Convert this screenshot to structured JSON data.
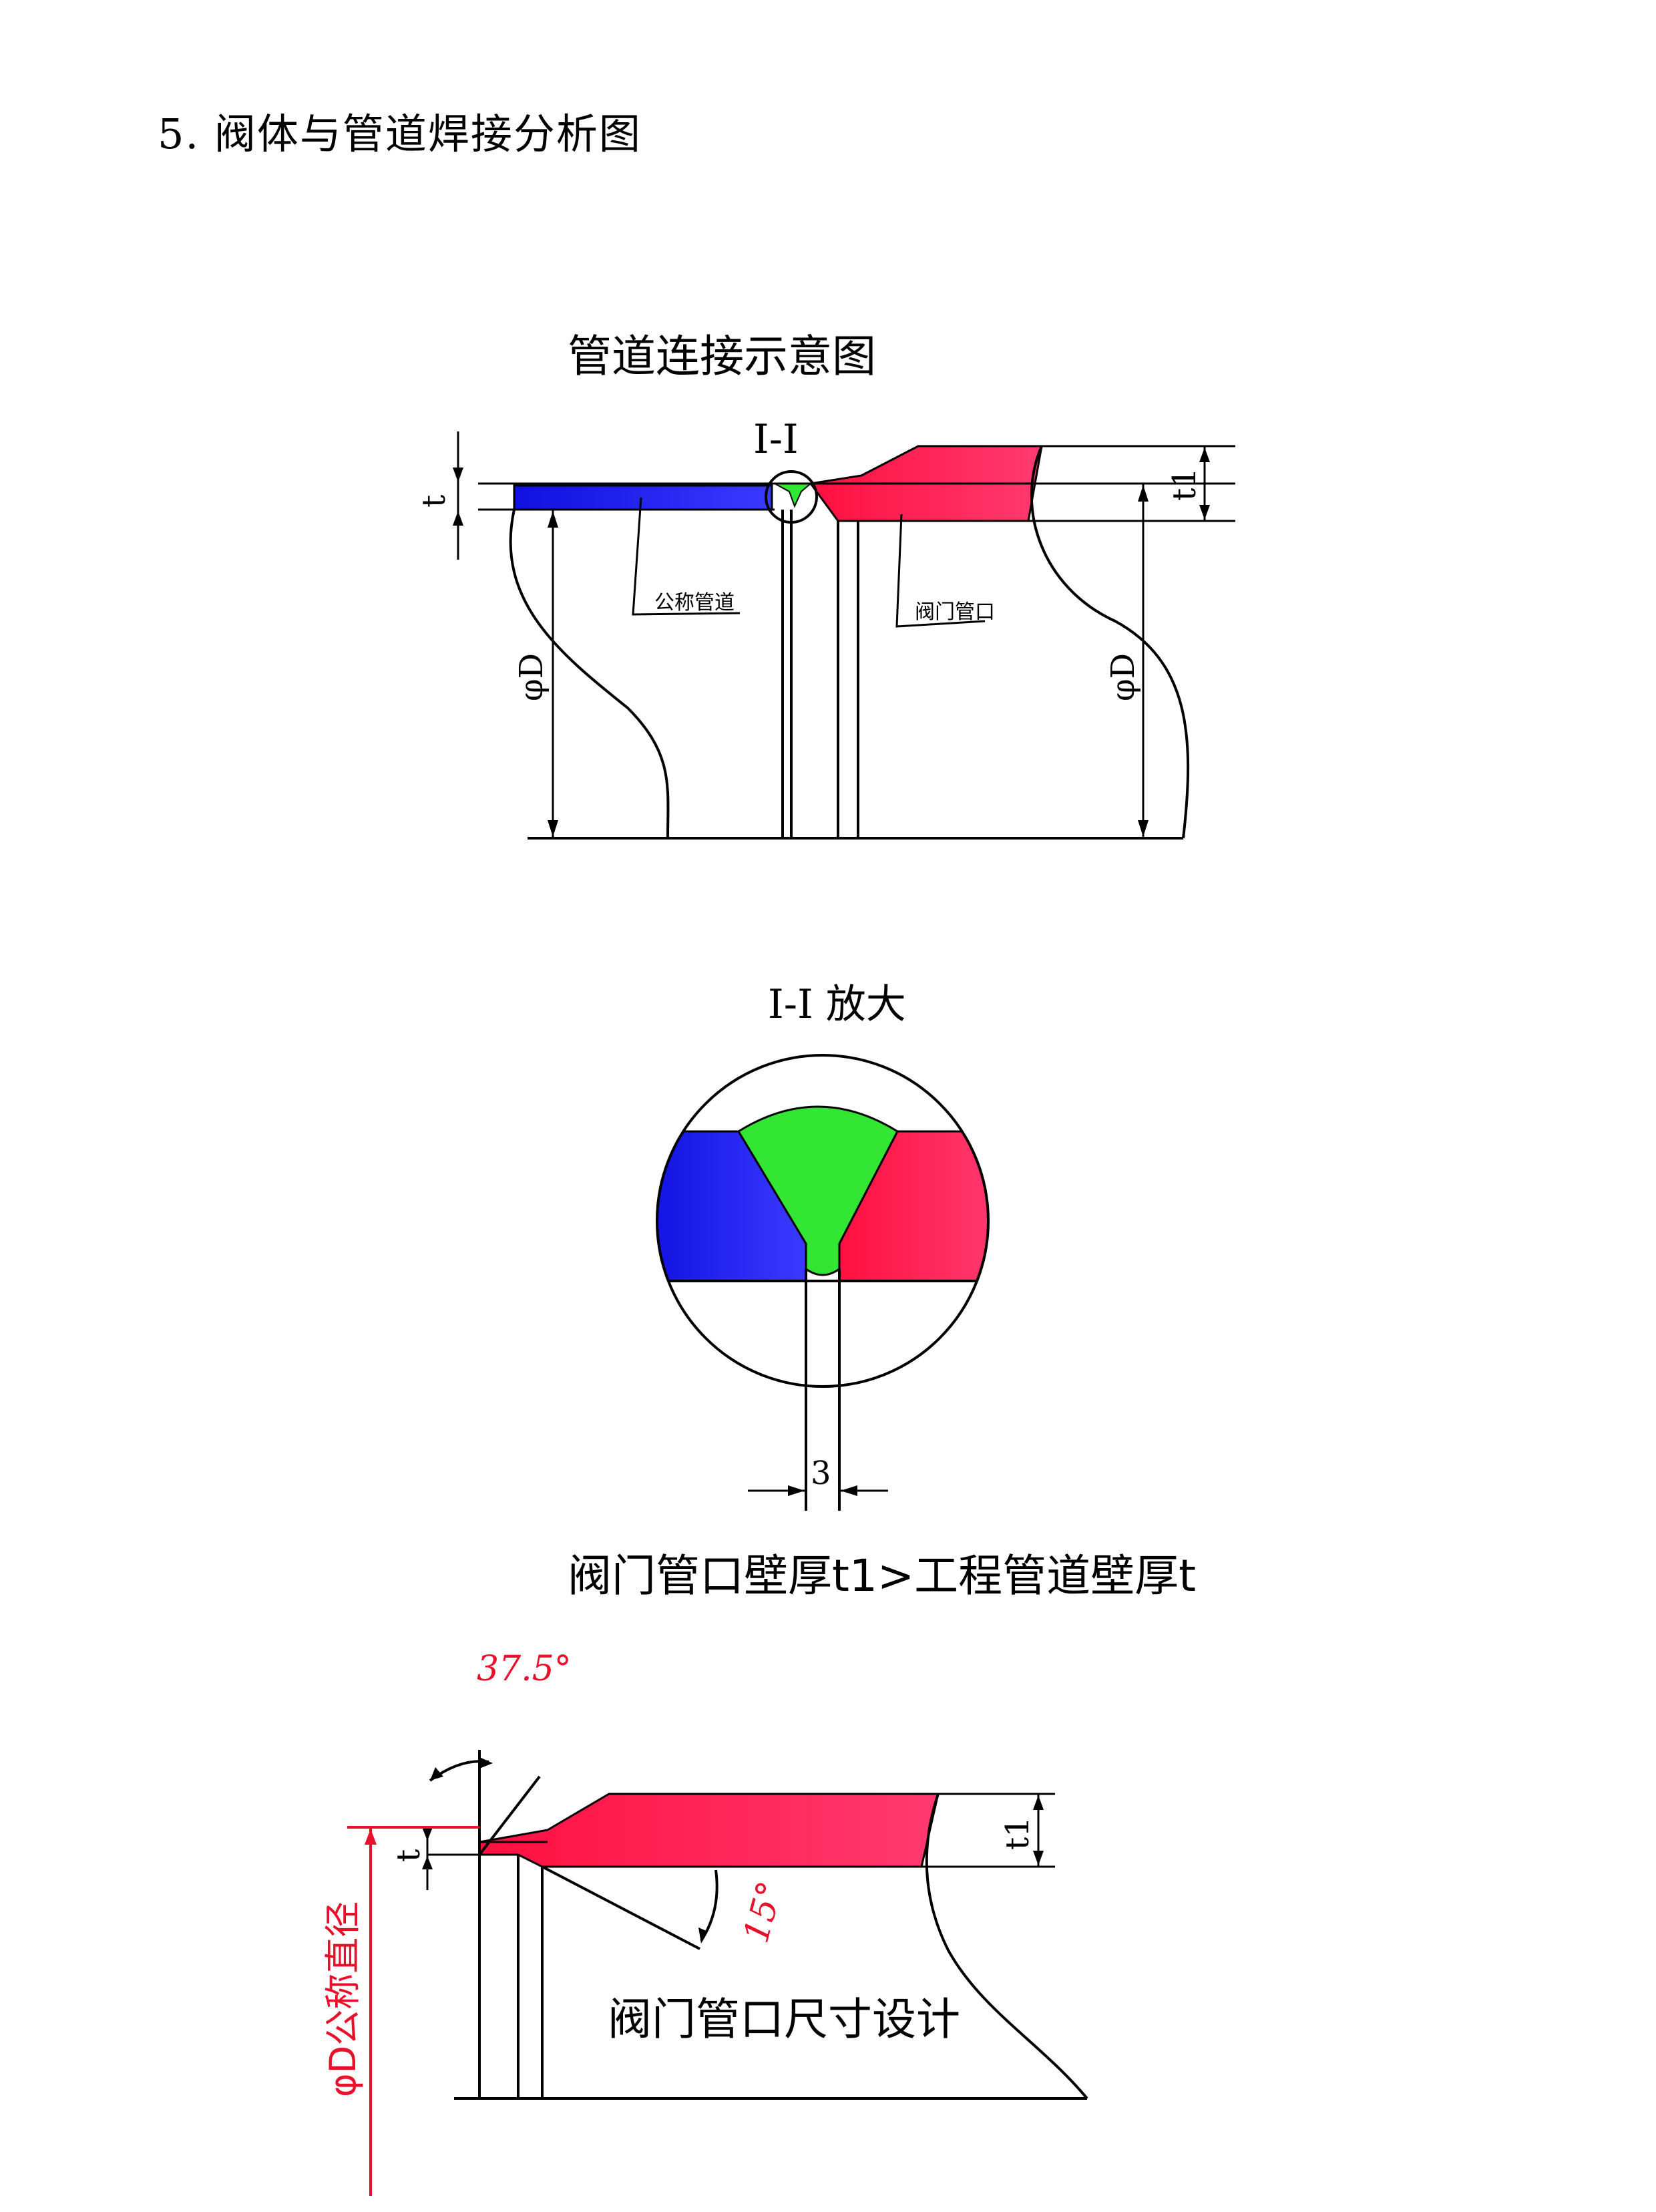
{
  "heading": "5.  阀体与管道焊接分析图",
  "fig1": {
    "title": "管道连接示意图",
    "section_mark": "I-I",
    "label_pipe": "公称管道",
    "label_valve": "阀门管口",
    "dim_t": "t",
    "dim_t1": "t1",
    "dim_d_left": "φD",
    "dim_d_right": "φD"
  },
  "fig2": {
    "title": "I-I 放大",
    "gap_value": "3",
    "caption": "阀门管口壁厚t1>工程管道壁厚t"
  },
  "fig3": {
    "angle_top": "37.5°",
    "angle_bottom": "15°",
    "dim_t": "t",
    "dim_t1": "t1",
    "dim_diameter": "φD公称直径",
    "caption": "阀门管口尺寸设计"
  },
  "colors": {
    "pipe": "#1a1ae6",
    "valve": "#ff1a55",
    "weld": "#33e633",
    "annotation": "#e8102a"
  }
}
